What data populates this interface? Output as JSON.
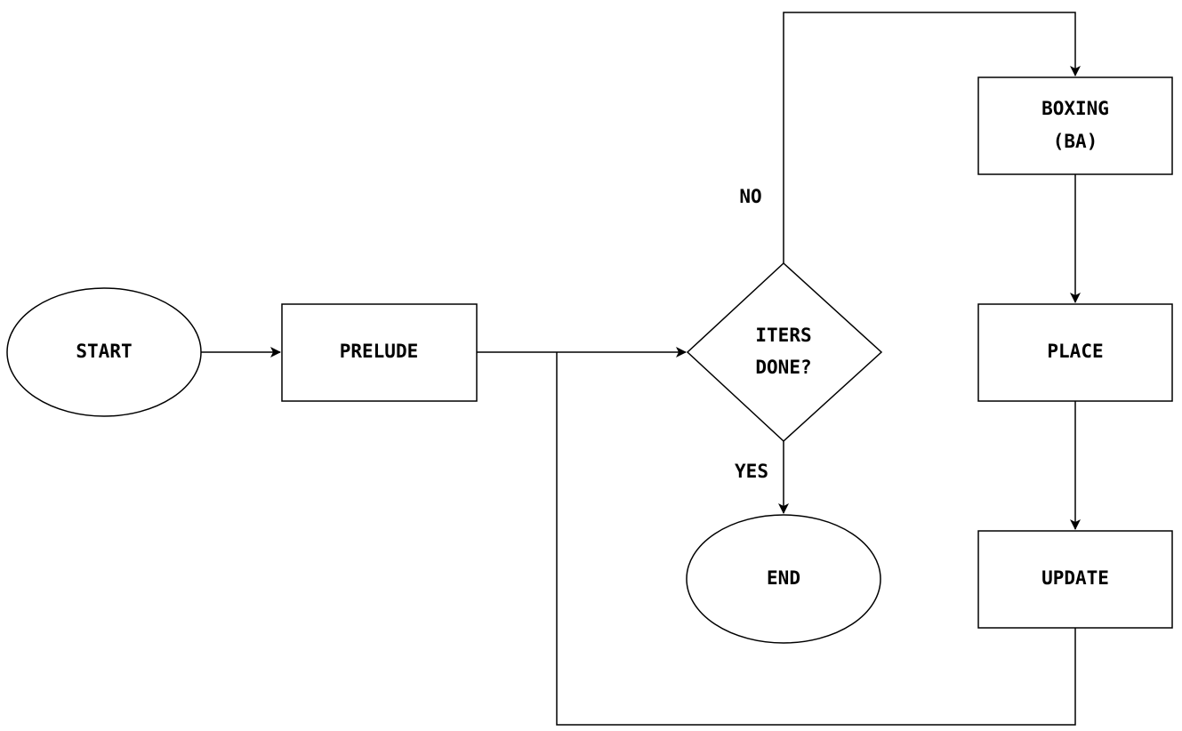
{
  "nodes": {
    "start": {
      "label": "START"
    },
    "prelude": {
      "label": "PRELUDE"
    },
    "decision": {
      "line1": "ITERS",
      "line2": "DONE?"
    },
    "boxing": {
      "line1": "BOXING",
      "line2": "(BA)"
    },
    "place": {
      "label": "PLACE"
    },
    "update": {
      "label": "UPDATE"
    },
    "end": {
      "label": "END"
    }
  },
  "edges": {
    "no_label": "NO",
    "yes_label": "YES"
  },
  "colors": {
    "stroke": "#000000",
    "fill": "#ffffff"
  }
}
